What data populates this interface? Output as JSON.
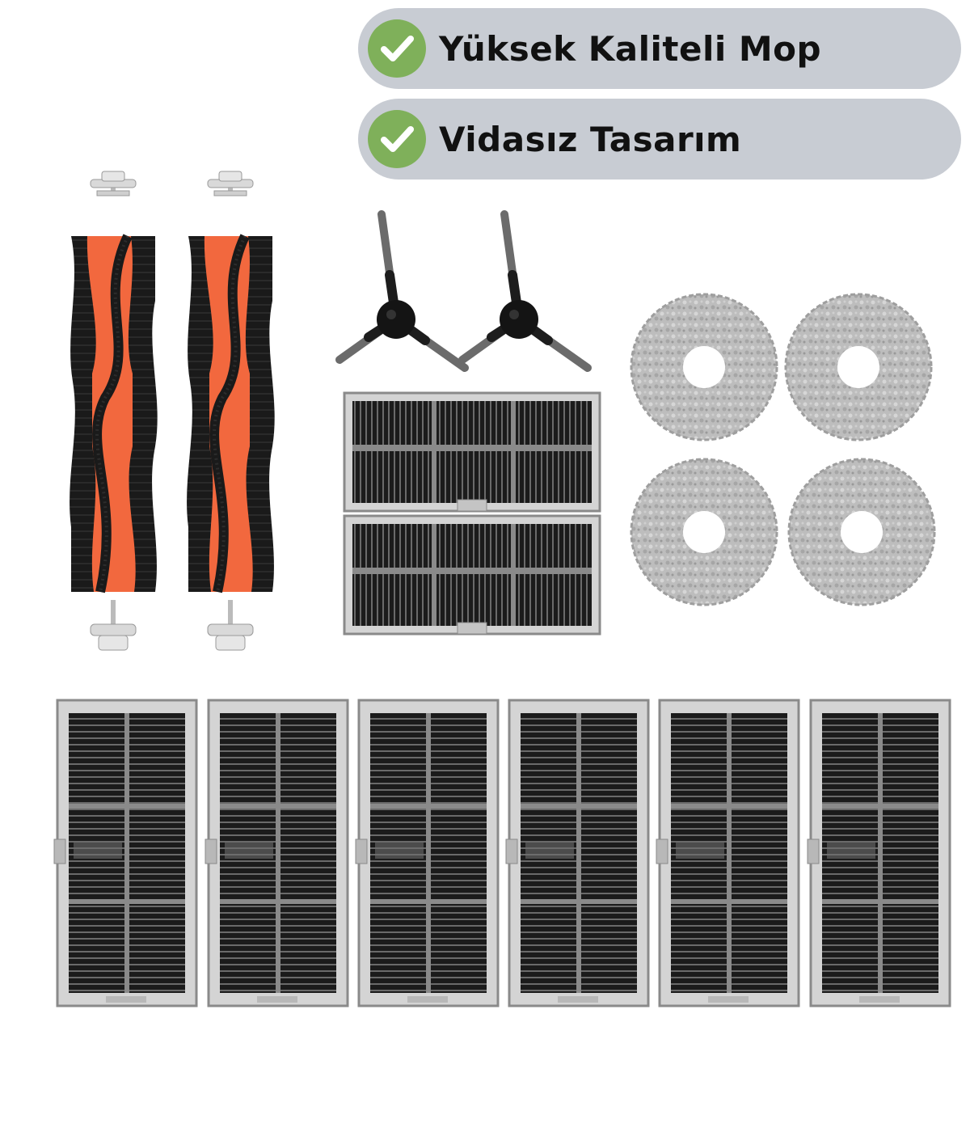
{
  "badges": [
    {
      "label": "Yüksek Kaliteli Mop",
      "icon": "check-icon"
    },
    {
      "label": "Vidasız Tasarım",
      "icon": "check-icon"
    }
  ],
  "colors": {
    "badge_bg": "#c8ccd3",
    "check_green": "#7fb05a",
    "brush_orange": "#f2683e",
    "bristle_black": "#1a1a1a",
    "filter_frame": "#9a9a9a",
    "mop_gray": "#b9b9b9"
  },
  "products": {
    "main_brushes": 2,
    "side_brushes": 2,
    "small_filters": 2,
    "mop_pads": 4,
    "large_filters": 6
  }
}
